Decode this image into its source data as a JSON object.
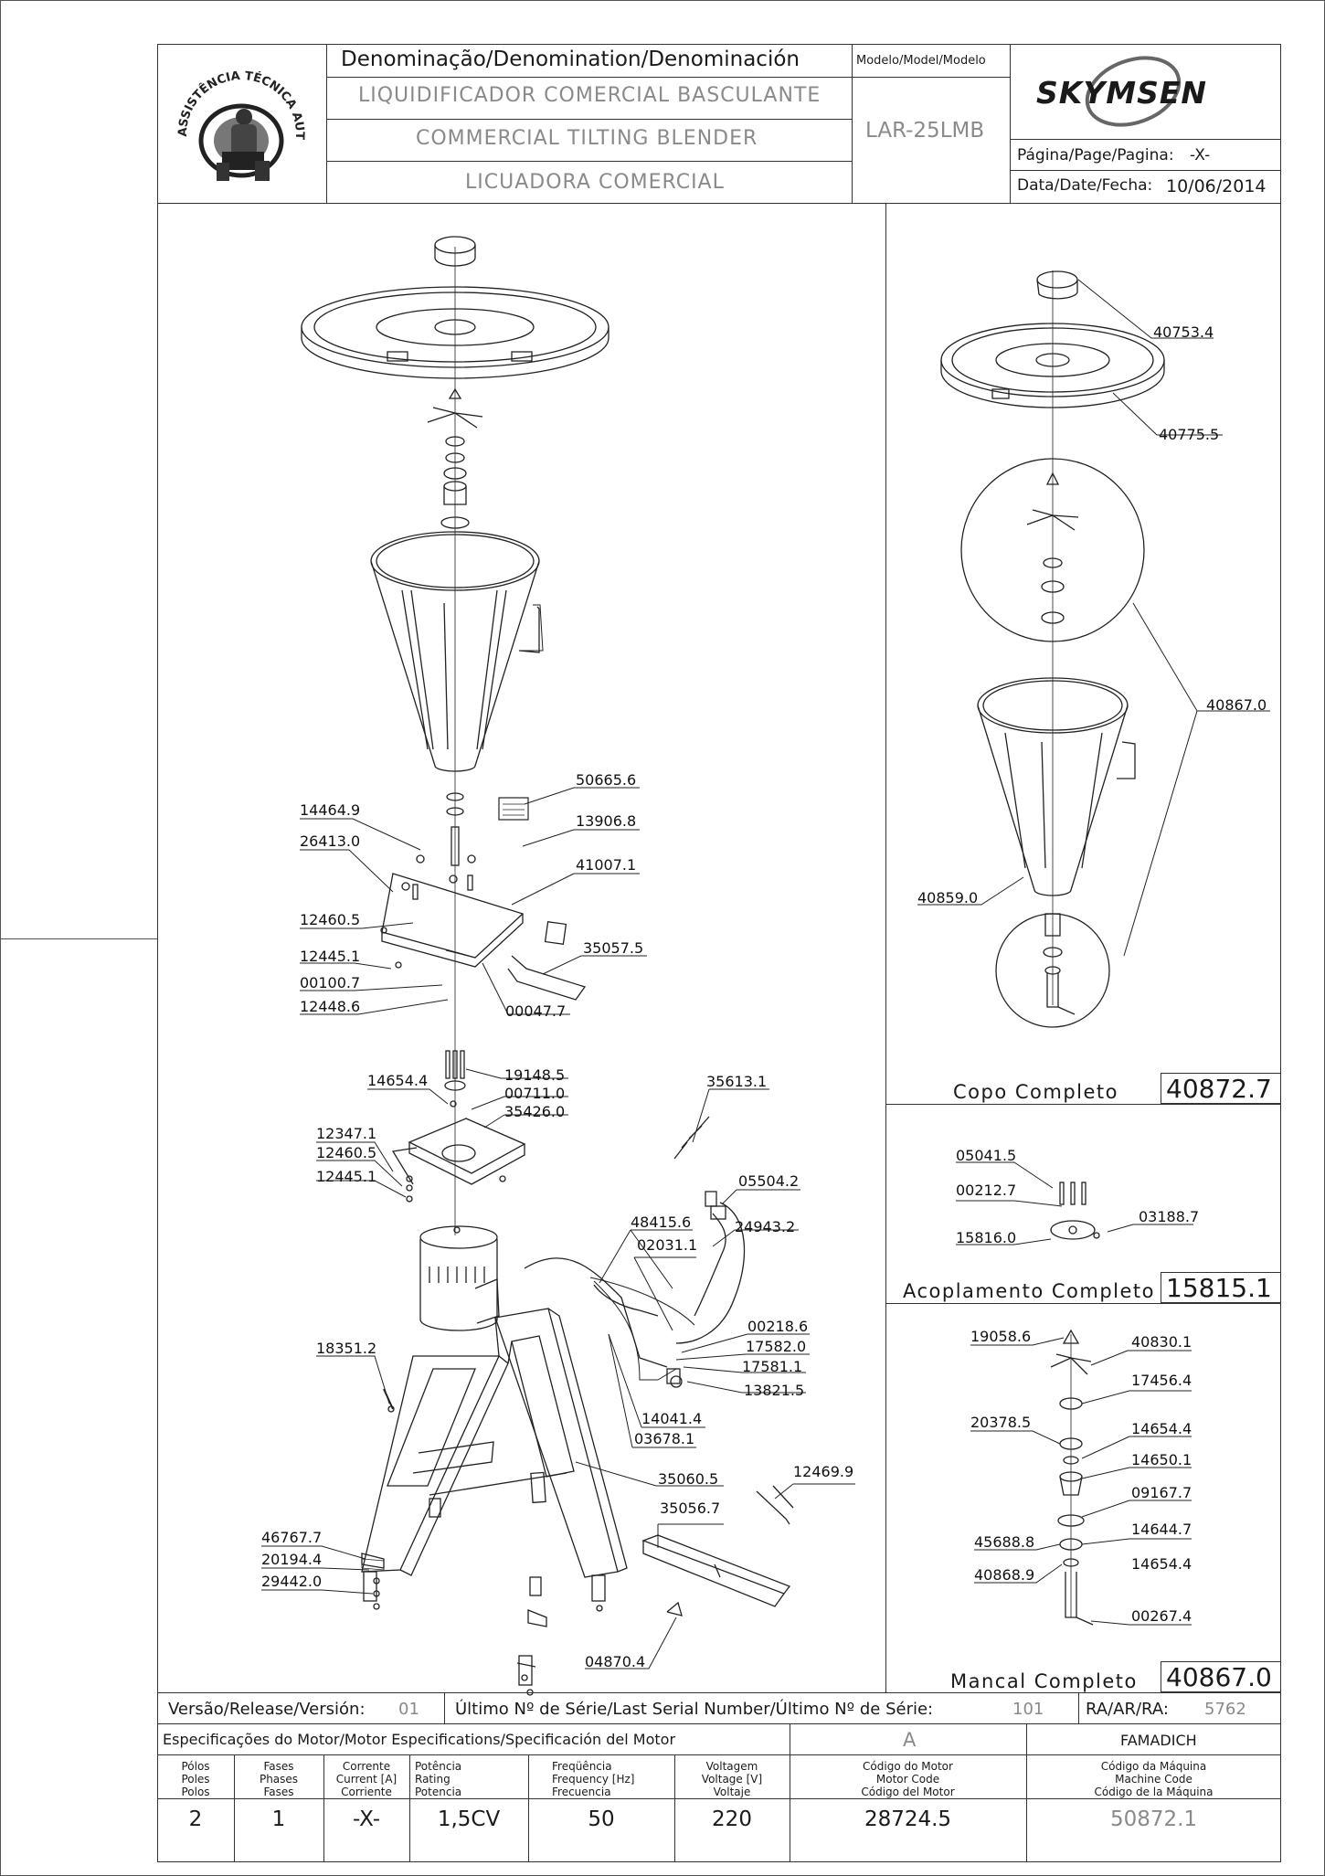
{
  "header": {
    "denomination_label": "Denominação/Denomination/Denominación",
    "name_pt": "LIQUIDIFICADOR COMERCIAL BASCULANTE",
    "name_en": "COMMERCIAL TILTING BLENDER",
    "name_es": "LICUADORA COMERCIAL",
    "model_label": "Modelo/Model/Modelo",
    "model_value": "LAR-25LMB",
    "brand": "SKYMSEN",
    "page_label": "Página/Page/Pagina:",
    "page_value": "-X-",
    "date_label": "Data/Date/Fecha:",
    "date_value": "10/06/2014",
    "seal_text": "ASSISTÊNCIA TÉCNICA AUTORIZADA"
  },
  "main_labels": [
    "50665.6",
    "14464.9",
    "13906.8",
    "26413.0",
    "41007.1",
    "12460.5",
    "12445.1",
    "35057.5",
    "00100.7",
    "12448.6",
    "00047.7",
    "19148.5",
    "14654.4",
    "00711.0",
    "35426.0",
    "35613.1",
    "12347.1",
    "12460.5",
    "12445.1",
    "05504.2",
    "48415.6",
    "24943.2",
    "02031.1",
    "00218.6",
    "17582.0",
    "17581.1",
    "13821.5",
    "18351.2",
    "14041.4",
    "03678.1",
    "12469.9",
    "35060.5",
    "35056.7",
    "46767.7",
    "20194.4",
    "29442.0",
    "04870.4"
  ],
  "copo": {
    "labels": [
      "40753.4",
      "40775.5",
      "40867.0",
      "40859.0"
    ],
    "title": "Copo Completo",
    "code": "40872.7"
  },
  "acoplamento": {
    "labels": [
      "05041.5",
      "00212.7",
      "03188.7",
      "15816.0"
    ],
    "title": "Acoplamento Completo",
    "code": "15815.1"
  },
  "mancal": {
    "labels": [
      "19058.6",
      "40830.1",
      "17456.4",
      "20378.5",
      "14654.4",
      "14650.1",
      "09167.7",
      "14644.7",
      "45688.8",
      "14654.4",
      "40868.9",
      "00267.4"
    ],
    "title": "Mancal Completo",
    "code": "40867.0"
  },
  "release": {
    "version_label": "Versão/Release/Versión:",
    "version_value": "01",
    "serial_label": "Último Nº de Série/Last Serial Number/Último Nº de Série:",
    "serial_value": "101",
    "ra_label": "RA/AR/RA:",
    "ra_value": "5762"
  },
  "motor_spec": {
    "title": "Especificações do Motor/Motor Especifications/Specificación del Motor",
    "variant": "A",
    "maker": "FAMADICH",
    "columns": [
      {
        "label": "Pólos\nPoles\nPolos",
        "value": "2"
      },
      {
        "label": "Fases\nPhases\nFases",
        "value": "1"
      },
      {
        "label": "Corrente\nCurrent [A]\nCorriente",
        "value": "-X-"
      },
      {
        "label": "Potência\nRating\nPotencia",
        "value": "1,5CV"
      },
      {
        "label": "Freqüência\nFrequency [Hz]\nFrecuencia",
        "value": "50"
      },
      {
        "label": "Voltagem\nVoltage [V]\nVoltaje",
        "value": "220"
      },
      {
        "label": "Código do Motor\nMotor Code\nCódigo del Motor",
        "value": "28724.5"
      },
      {
        "label": "Código da Máquina\nMachine Code\nCódigo de la Máquina",
        "value": "50872.1"
      }
    ]
  }
}
